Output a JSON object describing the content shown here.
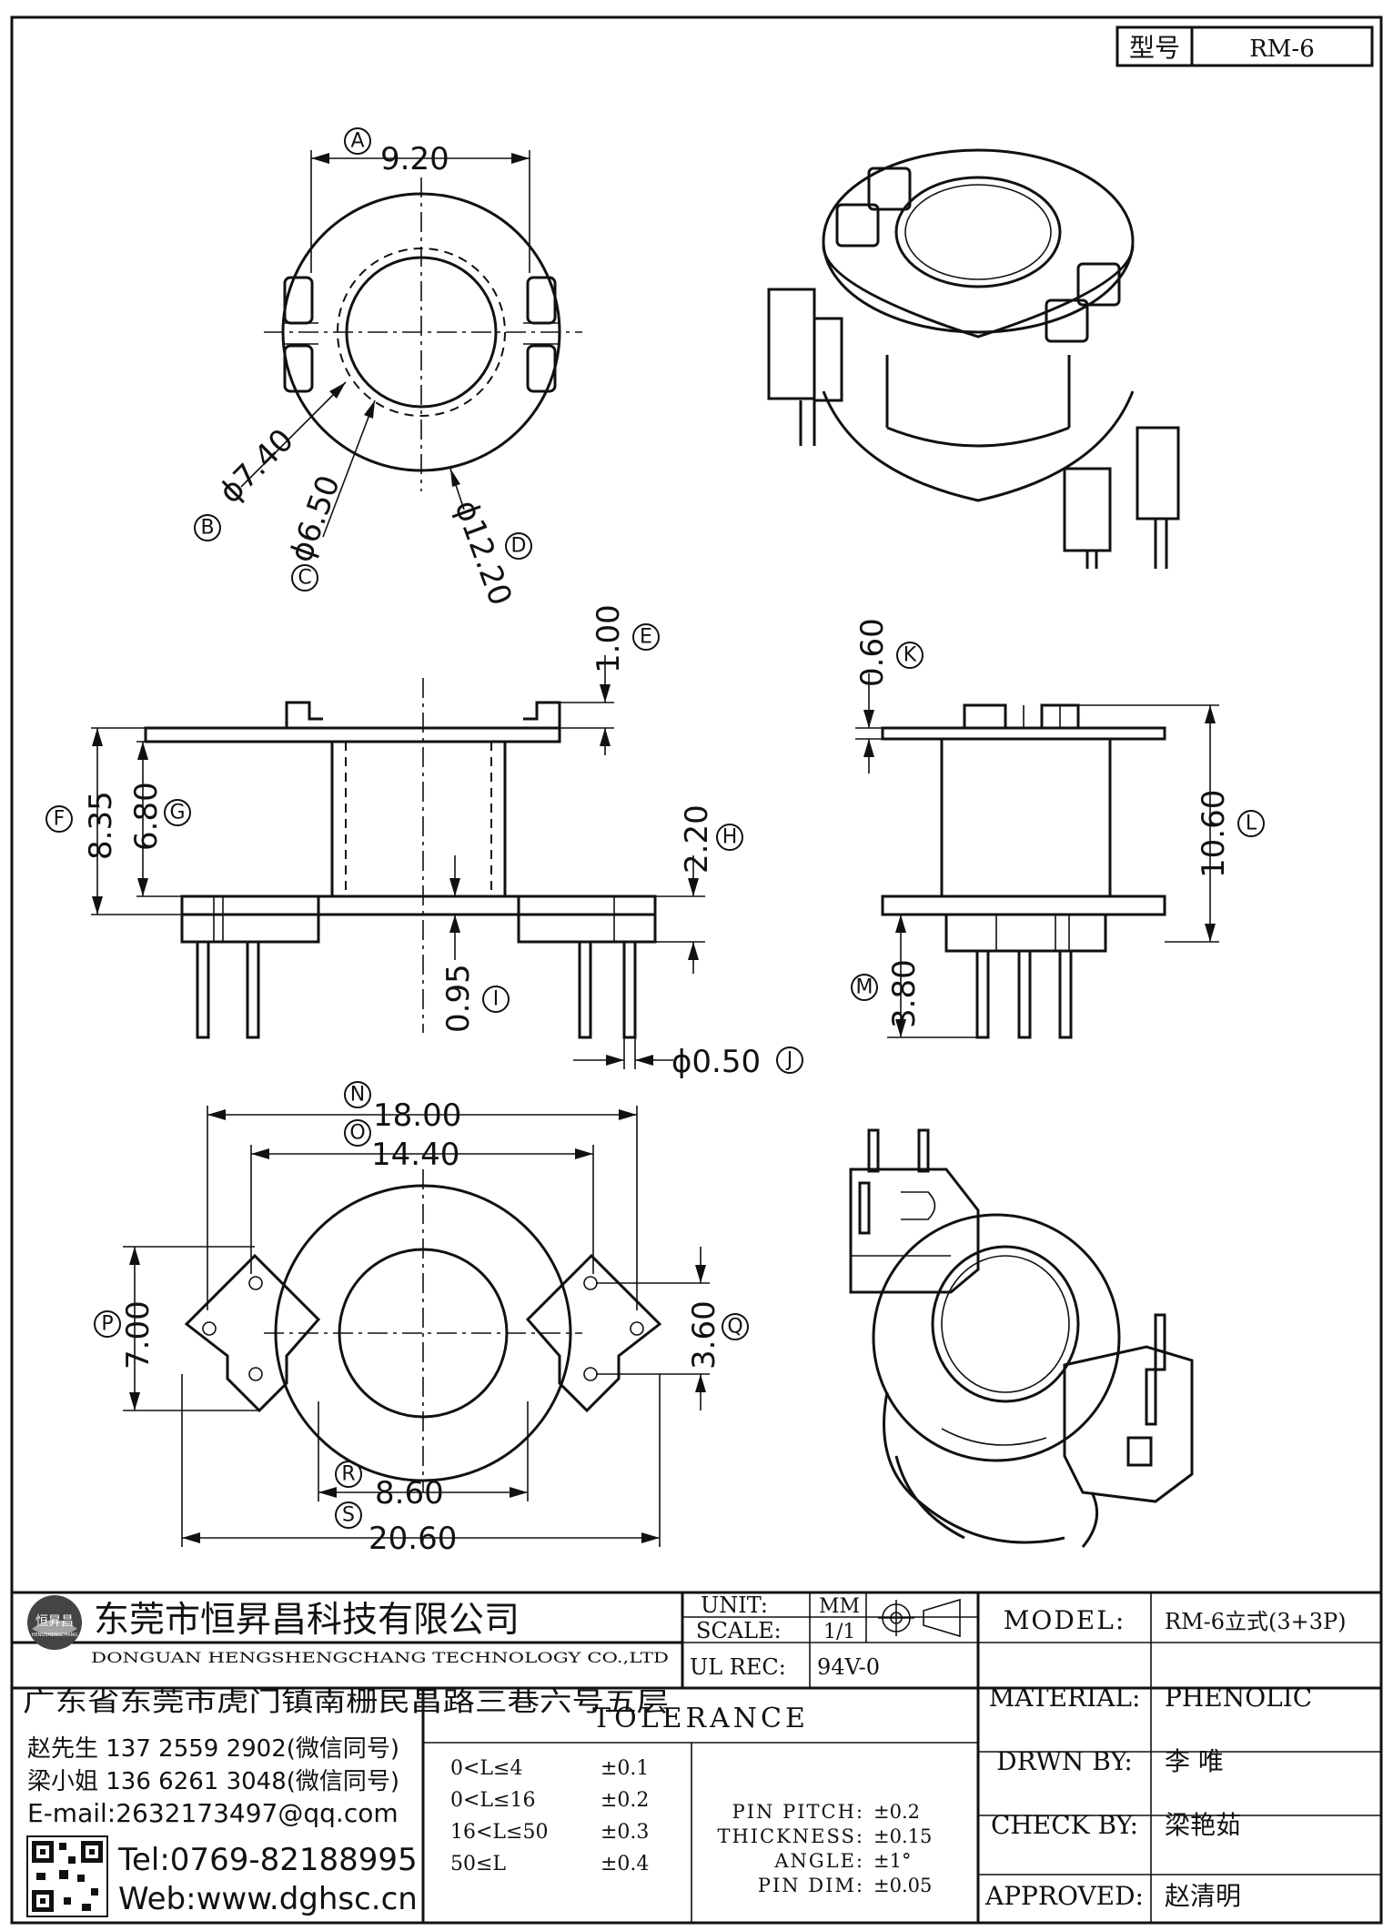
{
  "header": {
    "model_label": "型号",
    "model_value": "RM-6"
  },
  "dimensions": {
    "A": "9.20",
    "B": "ϕ7.40",
    "C": "ϕ6.50",
    "D": "ϕ12.20",
    "E": "1.00",
    "F": "8.35",
    "G": "6.80",
    "H": "2.20",
    "I": "0.95",
    "J": "ϕ0.50",
    "K": "0.60",
    "L": "10.60",
    "M": "3.80",
    "N": "18.00",
    "O": "14.40",
    "P": "7.00",
    "Q": "3.60",
    "R": "8.60",
    "S": "20.60"
  },
  "company": {
    "logo_text": "恒昇昌",
    "logo_sub": "HENGSHENGCHANG",
    "name_cn": "东莞市恒昇昌科技有限公司",
    "name_en": "DONGUAN HENGSHENGCHANG TECHNOLOGY CO.,LTD",
    "address": "广东省东莞市虎门镇南栅民昌路三巷六号五层",
    "contact1": "赵先生 137 2559 2902(微信同号)",
    "contact2": "梁小姐 136 6261 3048(微信同号)",
    "email": "E-mail:2632173497@qq.com",
    "tel": "Tel:0769-82188995",
    "web": "Web:www.dghsc.cn"
  },
  "spec": {
    "unit_label": "UNIT:",
    "unit_value": "MM",
    "scale_label": "SCALE:",
    "scale_value": "1/1",
    "ulrec_label": "UL REC:",
    "ulrec_value": "94V-0"
  },
  "tolerance": {
    "title": "TOLERANCE",
    "rows": [
      {
        "range": "0<L≤4",
        "value": "±0.1"
      },
      {
        "range": "0<L≤16",
        "value": "±0.2"
      },
      {
        "range": "16<L≤50",
        "value": "±0.3"
      },
      {
        "range": "50≤L",
        "value": "±0.4"
      }
    ],
    "extra": [
      {
        "label": "PIN PITCH:",
        "value": "±0.2"
      },
      {
        "label": "THICKNESS:",
        "value": "±0.15"
      },
      {
        "label": "ANGLE:",
        "value": "±1°"
      },
      {
        "label": "PIN DIM:",
        "value": "±0.05"
      }
    ]
  },
  "info": {
    "model_label": "MODEL:",
    "model_value": "RM-6立式(3+3P)",
    "material_label": "MATERIAL:",
    "material_value": "PHENOLIC",
    "drwn_label": "DRWN BY:",
    "drwn_value": "李  唯",
    "check_label": "CHECK BY:",
    "check_value": "梁艳茹",
    "approved_label": "APPROVED:",
    "approved_value": "赵清明"
  }
}
